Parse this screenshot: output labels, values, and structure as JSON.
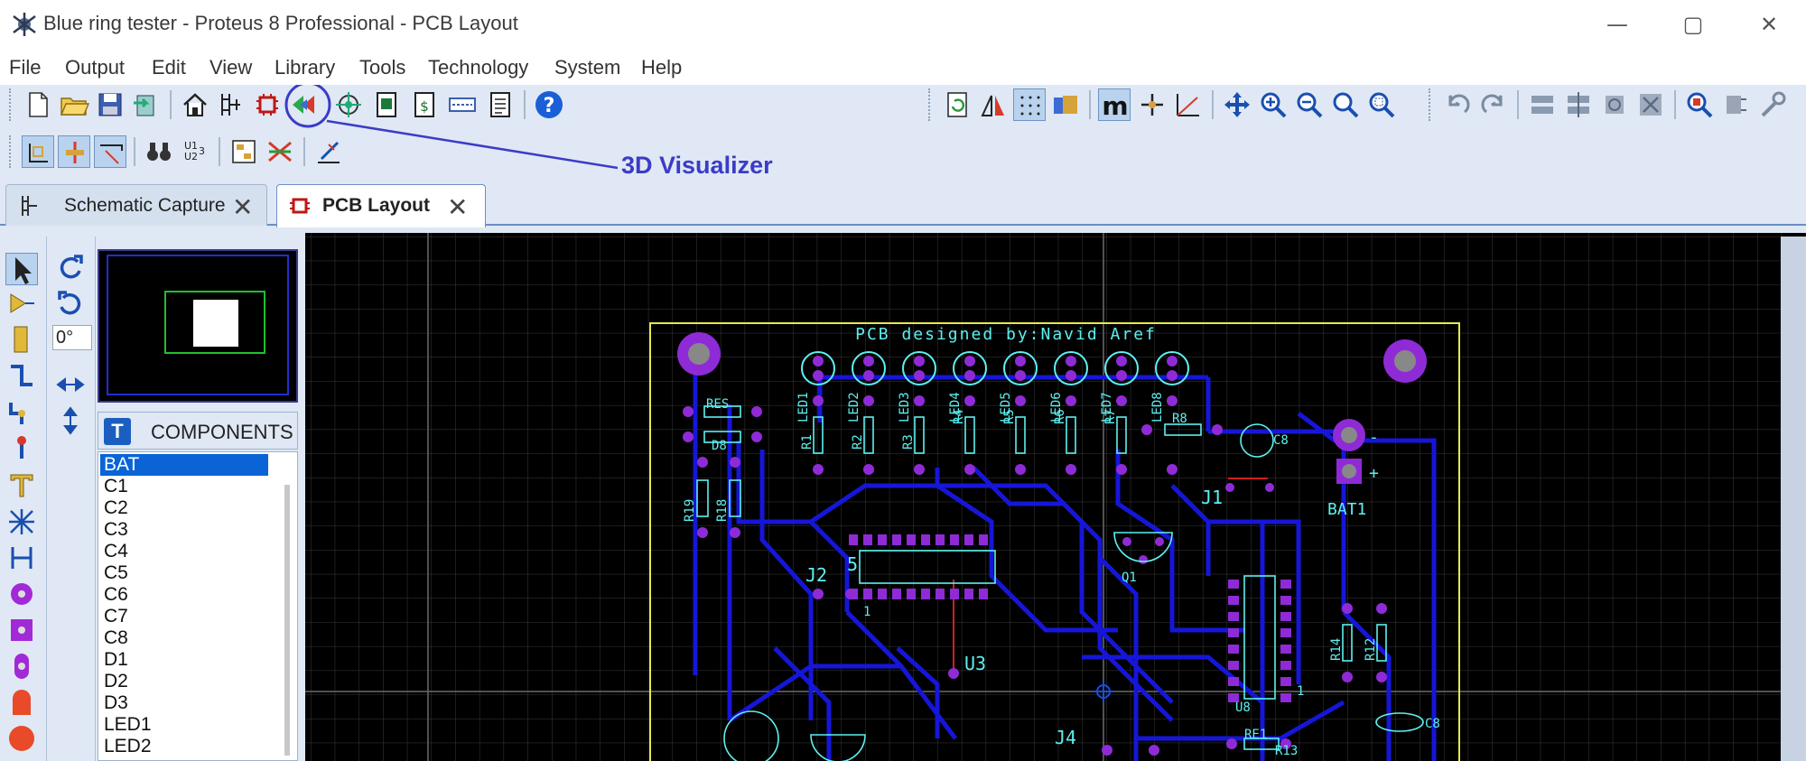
{
  "window": {
    "title": "Blue ring tester - Proteus 8 Professional - PCB Layout",
    "minimize": "—",
    "maximize": "▢",
    "close": "✕"
  },
  "menu": [
    "File",
    "Output",
    "Edit",
    "View",
    "Library",
    "Tools",
    "Technology",
    "System",
    "Help"
  ],
  "callout": {
    "label": "3D Visualizer"
  },
  "tabs": [
    {
      "label": "Schematic Capture",
      "icon": "schematic-icon",
      "active": false
    },
    {
      "label": "PCB Layout",
      "icon": "pcb-icon",
      "active": true
    }
  ],
  "rotation": {
    "value": "0°"
  },
  "components": {
    "title": "COMPONENTS",
    "badge": "T",
    "items": [
      "BAT",
      "C1",
      "C2",
      "C3",
      "C4",
      "C5",
      "C6",
      "C7",
      "C8",
      "D1",
      "D2",
      "D3",
      "LED1",
      "LED2"
    ],
    "selected": "BAT"
  },
  "pcb": {
    "credit": "PCB designed by:Navid Aref",
    "labels": [
      "RES",
      "D8",
      "R19",
      "R18",
      "LED1",
      "LED2",
      "LED3",
      "LED4",
      "LED5",
      "LED6",
      "LED7",
      "LED8",
      "R1",
      "R2",
      "R3",
      "R4",
      "R5",
      "R6",
      "R7",
      "R8",
      "C8",
      "J1",
      "BAT1",
      "J2",
      "5",
      "1",
      "Q1",
      "U3",
      "J4",
      "RE1",
      "R13",
      "R14",
      "R12",
      "U8",
      "1",
      "C8",
      "-",
      "+"
    ],
    "colors": {
      "board_outline": "#e8e84a",
      "silk": "#5ef0f0",
      "track": "#1616d8",
      "pad": "#8f2bd6",
      "grid": "#3a3a3a"
    }
  }
}
